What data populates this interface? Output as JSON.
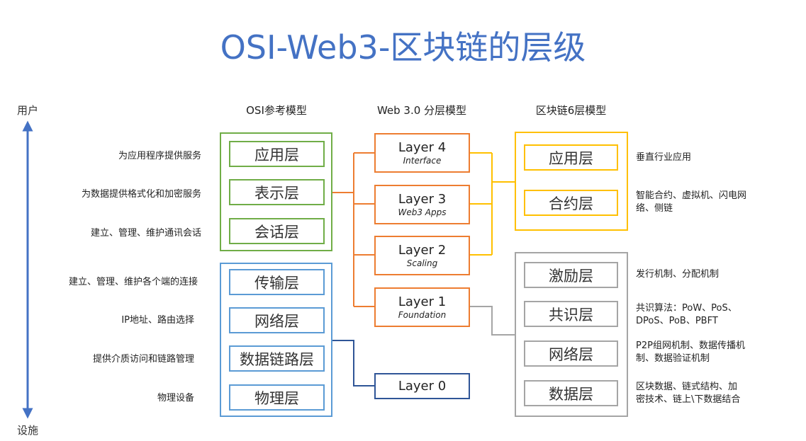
{
  "title": "OSI-Web3-区块链的层级",
  "axis": {
    "top_label": "用户",
    "bottom_label": "设施"
  },
  "columns": {
    "osi_header": "OSI参考模型",
    "web3_header": "Web 3.0 分层模型",
    "chain_header": "区块链6层模型"
  },
  "osi_layers": [
    {
      "name": "应用层",
      "desc": "为应用程序提供服务"
    },
    {
      "name": "表示层",
      "desc": "为数据提供格式化和加密服务"
    },
    {
      "name": "会话层",
      "desc": "建立、管理、维护通讯会话"
    },
    {
      "name": "传输层",
      "desc": "建立、管理、维护各个端的连接"
    },
    {
      "name": "网络层",
      "desc": "IP地址、路由选择"
    },
    {
      "name": "数据链路层",
      "desc": "提供介质访问和链路管理"
    },
    {
      "name": "物理层",
      "desc": "物理设备"
    }
  ],
  "web3_layers": [
    {
      "name": "Layer 4",
      "sub": "Interface"
    },
    {
      "name": "Layer 3",
      "sub": "Web3 Apps"
    },
    {
      "name": "Layer 2",
      "sub": "Scaling"
    },
    {
      "name": "Layer 1",
      "sub": "Foundation"
    },
    {
      "name": "Layer 0",
      "sub": ""
    }
  ],
  "chain_layers": [
    {
      "name": "应用层",
      "desc": "垂直行业应用"
    },
    {
      "name": "合约层",
      "desc": "智能合约、虚拟机、闪电网络、侧链"
    },
    {
      "name": "激励层",
      "desc": "发行机制、分配机制"
    },
    {
      "name": "共识层",
      "desc": "共识算法：PoW、PoS、DPoS、PoB、PBFT"
    },
    {
      "name": "网络层",
      "desc": "P2P组网机制、数据传播机制、数据验证机制"
    },
    {
      "name": "数据层",
      "desc": "区块数据、链式结构、加密技术、链上\\下数据结合"
    }
  ],
  "colors": {
    "title": "#4472c4",
    "axis_arrow": "#4472c4",
    "osi_upper": "#70ad47",
    "osi_lower": "#5b9bd5",
    "web3": "#ed7d31",
    "layer0": "#2f5597",
    "chain_upper": "#ffc000",
    "chain_lower": "#a5a5a5"
  }
}
